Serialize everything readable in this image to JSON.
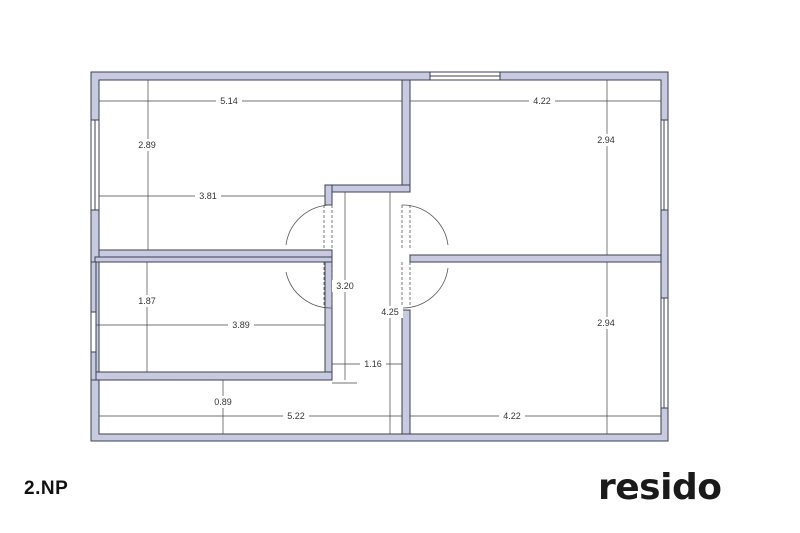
{
  "floor_label": "2.NP",
  "brand": "resido",
  "colors": {
    "wall_fill": "#c8cbe0",
    "wall_stroke": "#3d3f52",
    "dimension_line": "#333333"
  },
  "dimensions": {
    "top_left_width": "5.14",
    "top_left_height": "2.89",
    "top_left_inner": "3.81",
    "top_right_width": "4.22",
    "top_right_height": "2.94",
    "mid_left_height": "1.87",
    "mid_left_width": "3.89",
    "corridor_length": "3.20",
    "right_length": "4.25",
    "corridor_width": "1.16",
    "bottom_left_height": "0.89",
    "bottom_left_width": "5.22",
    "bottom_right_width": "4.22",
    "bottom_right_height": "2.94"
  }
}
